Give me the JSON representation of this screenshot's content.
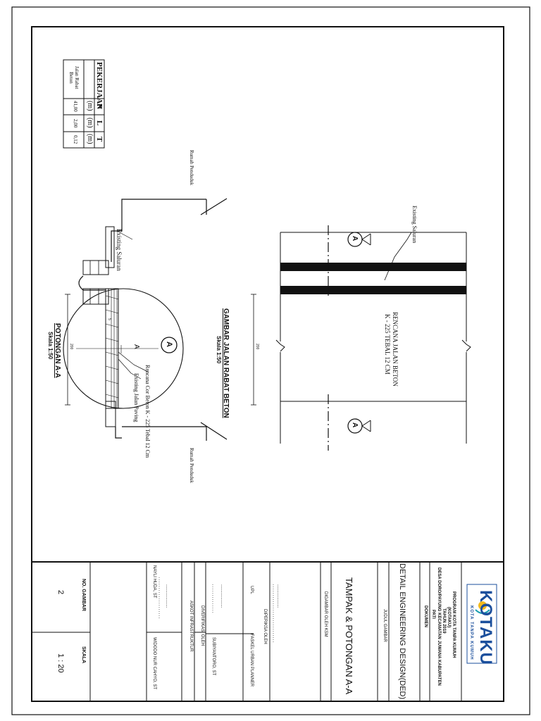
{
  "work_table": {
    "header_job": "PEKERJAAN",
    "headers": [
      "P",
      "L",
      "T"
    ],
    "units": [
      "(m)",
      "(m)",
      "(m)"
    ],
    "job_name_line1": "Jalan Rabat",
    "job_name_line2": "Beton",
    "values": [
      "41,00",
      "2,00",
      "0,12"
    ]
  },
  "section": {
    "title": "POTONGAN A-A",
    "scale": "Skala 1:50",
    "label_rumah_top": "Rumah Penduduk",
    "label_rumah_bottom": "Rumah Penduduk",
    "label_existing_saluran": "Existing Saluran",
    "label_rencana_cor": "Rencana Cor Beton K - 225 Tebal 12 Cm",
    "label_existing_jalan": "Existing Jalan Paving",
    "marker": "A",
    "marker_a": "A",
    "dim_200": "200",
    "dim_5": "5"
  },
  "plan": {
    "title": "GAMBAR JALAN RABAT BETON",
    "scale": "Skala 1:50",
    "label_existing_saluran": "Existing Saluran",
    "label_rencana_line1": "RENCANA JALAN BETON",
    "label_rencana_line2": "K - 225 TEBAL 12 CM",
    "section_marker": "A",
    "dim_200": "200"
  },
  "title_block": {
    "logo_text": "KOTAKU",
    "logo_sub": "KOTA TANPA KUMUH",
    "program_line1": "PROGRAM  KOTA TANPA KUMUH",
    "program_line2": "(KOTAKU)",
    "program_line3": "TAHUN 2019",
    "desa_line1": "DESA DORO/PAYUNG  KECAMATAN JUWANA KABUPATEN",
    "desa_line2": "PATI",
    "dokumen": "DOKUMEN",
    "dokumen_value": "DETAIL ENGINEERING DESIGN(DED)",
    "judul_label": "JUDUL GAMBAR",
    "judul_value": "TAMPAK & POTONGAN A-A",
    "digambar_label": "DIGAMBAR OLEH KSM",
    "diperiksa_label": "DIPERIKSA OLEH",
    "upl_label": "UPL",
    "faskel_label": "FASKEL URBAN PLANNER",
    "faskel_name": "SUBIYANTORO, ST",
    "diverifikasi_label": "DIVERIFIKASI OLEH",
    "askot_label": "ASKOT INFRASTRUKTUR",
    "askot_name1": "NAYLI HUDA, ST",
    "askot_name2": "WIDODO NUR CAHYO, ST",
    "no_gambar_label": "NO. GAMBAR",
    "no_gambar_value": "2",
    "skala_label": "SKALA",
    "skala_value": "1 : 20",
    "dots": "...................."
  },
  "colors": {
    "ink": "#111111",
    "logo_blue": "#1b4f9c",
    "logo_yellow": "#f2b91c",
    "logo_teal": "#1a9fb0"
  }
}
